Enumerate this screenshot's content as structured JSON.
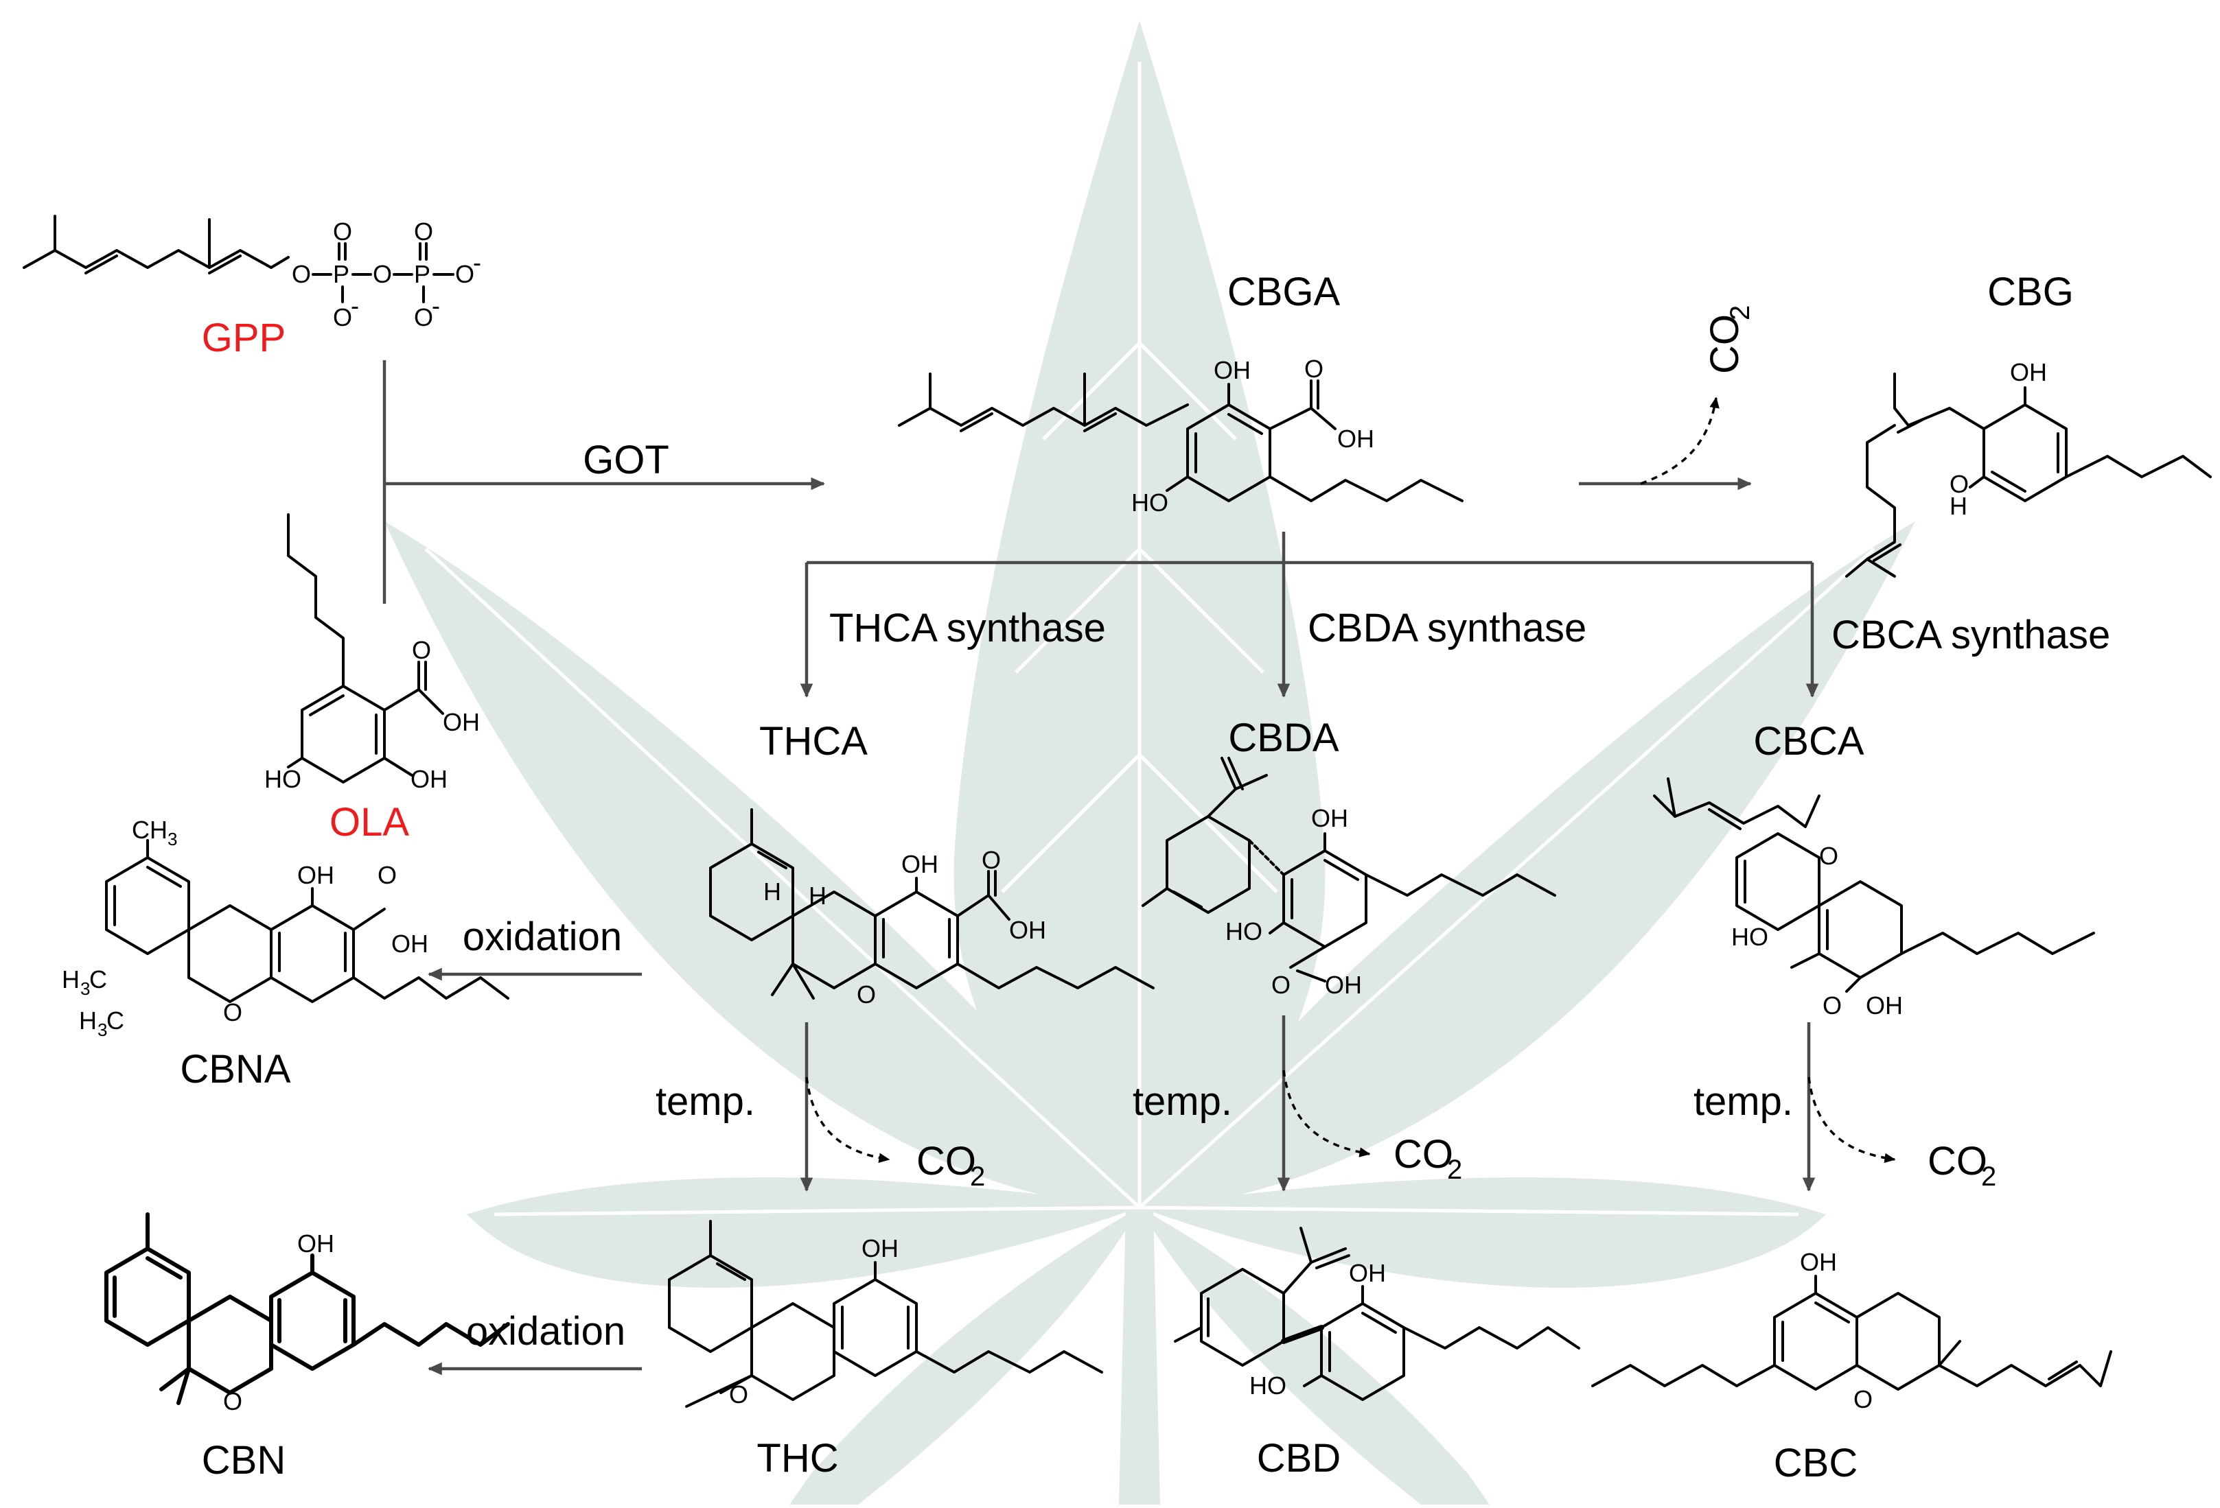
{
  "colors": {
    "precursor": "#ee1c1c",
    "leaf": "#dfe9e4",
    "leaf_vein": "#ffffff",
    "arrow": "#4a4a4a",
    "text": "#000000"
  },
  "compounds": {
    "gpp": "GPP",
    "ola": "OLA",
    "cbga": "CBGA",
    "cbg": "CBG",
    "thca": "THCA",
    "cbda": "CBDA",
    "cbca": "CBCA",
    "cbna": "CBNA",
    "thc": "THC",
    "cbd": "CBD",
    "cbc": "CBC",
    "cbn": "CBN"
  },
  "enzymes": {
    "got": "GOT",
    "thca_synthase": "THCA synthase",
    "cbda_synthase": "CBDA synthase",
    "cbca_synthase": "CBCA synthase"
  },
  "processes": {
    "oxidation_top": "oxidation",
    "oxidation_bottom": "oxidation",
    "temp_thca": "temp.",
    "temp_cbda": "temp.",
    "temp_cbca": "temp."
  },
  "byproduct": {
    "co2_main": "CO",
    "co2_sub": "2"
  },
  "atoms": {
    "o": "O",
    "p": "P",
    "oh": "OH",
    "ho": "HO",
    "neg": "-",
    "h": "H",
    "ch3": "CH",
    "h3c": "H",
    "c": "C",
    "three": "3"
  }
}
